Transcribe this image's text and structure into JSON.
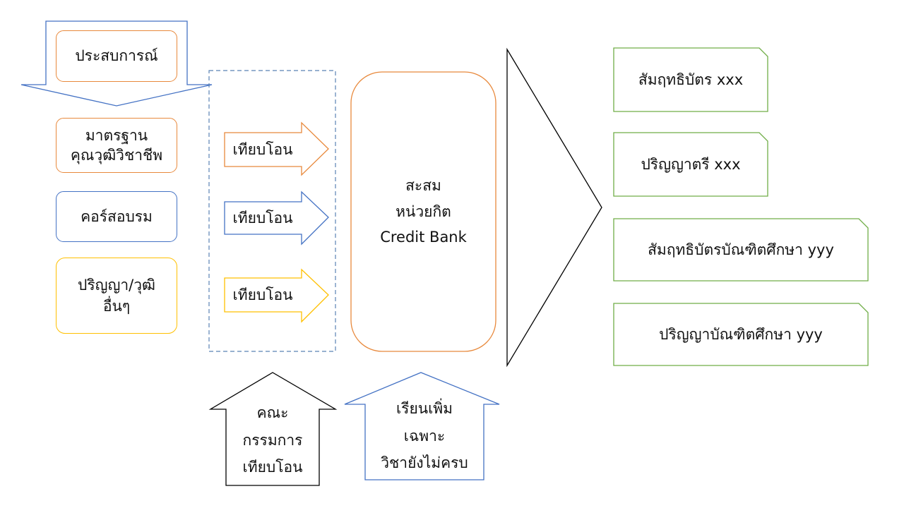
{
  "colors": {
    "orange": "#E8893C",
    "blue": "#4472C4",
    "gold": "#FFC000",
    "green": "#70AD47",
    "dash": "#5B82B5",
    "black": "#000000"
  },
  "sources": {
    "experience": "ประสบการณ์",
    "standard": [
      "มาตรฐาน",
      "คุณวุฒิวิชาชีพ"
    ],
    "course": "คอร์สอบรม",
    "degree": [
      "ปริญญา/วุฒิ",
      "อื่นๆ"
    ]
  },
  "transfer": {
    "arrow_label": "เทียบโอน"
  },
  "credit_bank": [
    "สะสม",
    "หน่วยกิต",
    "Credit Bank"
  ],
  "committee": [
    "คณะ",
    "กรรมการ",
    "เทียบโอน"
  ],
  "extra_study": [
    "เรียนเพิ่ม",
    "เฉพาะ",
    "วิชายังไม่ครบ"
  ],
  "outcomes": [
    "สัมฤทธิบัตร xxx",
    "ปริญญาตรี xxx",
    "สัมฤทธิบัตรบัณฑิตศึกษา yyy",
    "ปริญญาบัณฑิตศึกษา yyy"
  ]
}
